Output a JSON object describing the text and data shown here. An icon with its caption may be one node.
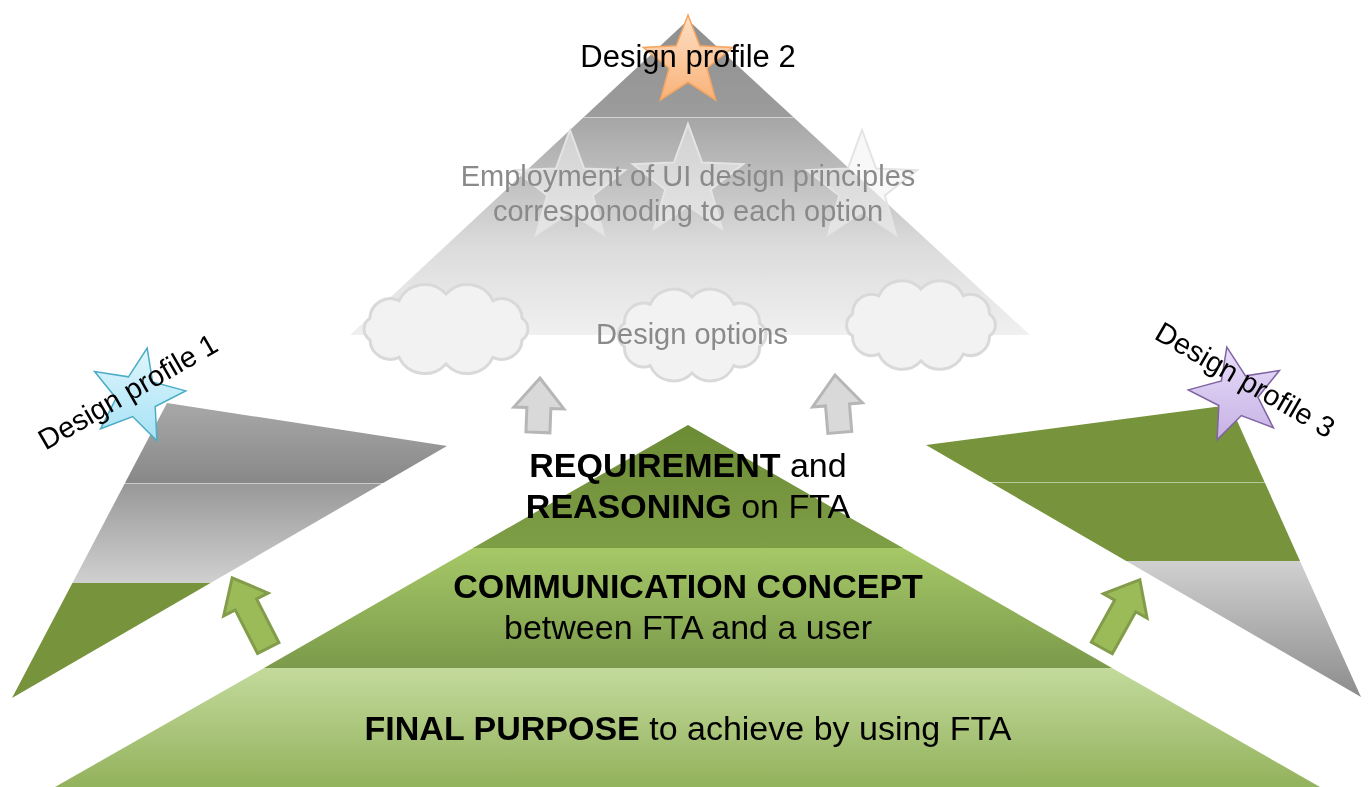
{
  "diagram": {
    "nodes": [
      {
        "text": [
          "Design profile 2",
          "Employment of UI design principles corresponoding to each option"
        ]
      },
      {
        "text": [],
        "shape": "cloud"
      },
      {
        "text": [
          "Design options"
        ]
      },
      {
        "text": [],
        "shape": "cloud"
      },
      {
        "text": [
          "Design profile 1"
        ]
      },
      {
        "text": [
          "Design profile 3"
        ]
      },
      {
        "text": [
          "**REQUIREMENT** and **REASONING** on FTA"
        ]
      },
      {
        "text": [
          "**COMMUNICATION CONCEPT** between FTA and a user"
        ]
      },
      {
        "text": [
          "**FINAL PURPOSE** to achieve by using FTA"
        ]
      }
    ],
    "edges": [
      {
        "from": 6,
        "to": 1,
        "arrow": "to",
        "color": "#d9d9d9"
      },
      {
        "from": 6,
        "to": 3,
        "arrow": "to",
        "color": "#d9d9d9"
      },
      {
        "from": 7,
        "to": 4,
        "arrow": "to",
        "color": "#9bbb59"
      },
      {
        "from": 7,
        "to": 5,
        "arrow": "to",
        "color": "#9bbb59"
      }
    ]
  }
}
